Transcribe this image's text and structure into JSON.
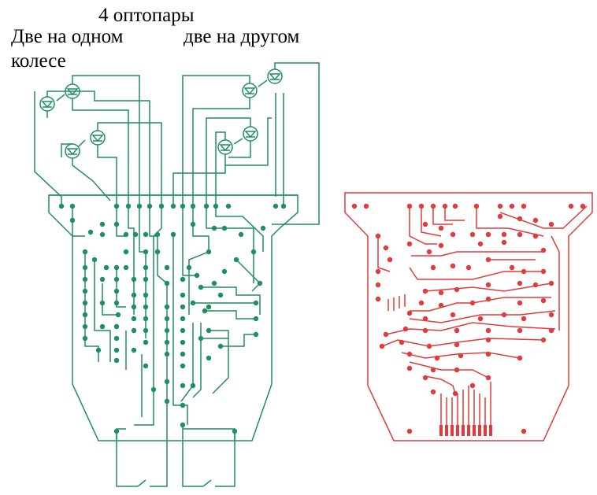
{
  "labels": {
    "title": "4 оптопары",
    "left_line1": "Две на одном",
    "left_line2": "колесе",
    "right": "две на другом"
  },
  "colors": {
    "schematic": "#1f8f5f",
    "pcb": "#e23b3b",
    "background": "#ffffff",
    "text": "#000000"
  },
  "icons": [
    "optocoupler-diode-icon",
    "infrared-arrow-icon",
    "switch-icon"
  ]
}
